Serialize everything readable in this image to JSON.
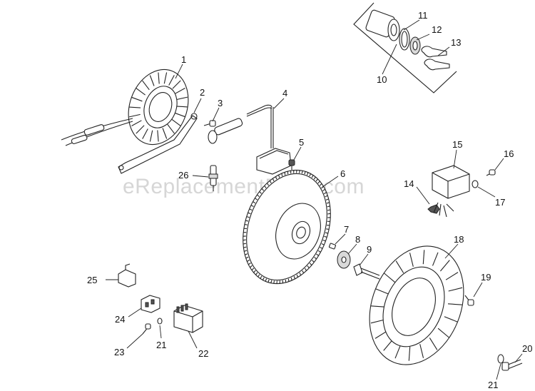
{
  "watermark": "eReplacementParts.com",
  "callouts": [
    {
      "id": "c1",
      "text": "1"
    },
    {
      "id": "c2",
      "text": "2"
    },
    {
      "id": "c3",
      "text": "3"
    },
    {
      "id": "c4",
      "text": "4"
    },
    {
      "id": "c5",
      "text": "5"
    },
    {
      "id": "c6",
      "text": "6"
    },
    {
      "id": "c7",
      "text": "7"
    },
    {
      "id": "c8",
      "text": "8"
    },
    {
      "id": "c9",
      "text": "9"
    },
    {
      "id": "c10",
      "text": "10"
    },
    {
      "id": "c11",
      "text": "11"
    },
    {
      "id": "c12",
      "text": "12"
    },
    {
      "id": "c13",
      "text": "13"
    },
    {
      "id": "c14",
      "text": "14"
    },
    {
      "id": "c15",
      "text": "15"
    },
    {
      "id": "c16",
      "text": "16"
    },
    {
      "id": "c17",
      "text": "17"
    },
    {
      "id": "c18",
      "text": "18"
    },
    {
      "id": "c19",
      "text": "19"
    },
    {
      "id": "c20",
      "text": "20"
    },
    {
      "id": "c21a",
      "text": "21"
    },
    {
      "id": "c21b",
      "text": "21"
    },
    {
      "id": "c22",
      "text": "22"
    },
    {
      "id": "c23",
      "text": "23"
    },
    {
      "id": "c24",
      "text": "24"
    },
    {
      "id": "c25",
      "text": "25"
    },
    {
      "id": "c26",
      "text": "26"
    }
  ]
}
